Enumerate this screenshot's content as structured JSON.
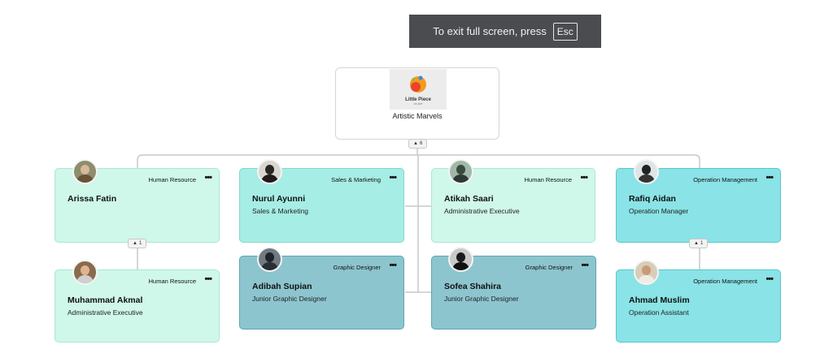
{
  "fullscreen_notice": {
    "text": "To exit full screen, press",
    "key": "Esc"
  },
  "root": {
    "logo_name": "Little Piece",
    "logo_sub": "OF ART",
    "title": "Artistic Marvels",
    "children_count": "6"
  },
  "colors": {
    "mint": "#cff7ea",
    "aqua": "#a6ede5",
    "teal": "#8dc5cf",
    "cyan": "#8ae3e6",
    "connector": "#c8c8c8"
  },
  "cards": [
    {
      "id": "arissa",
      "name": "Arissa Fatin",
      "role": "",
      "dept": "Human Resource",
      "expand": "1"
    },
    {
      "id": "nurul",
      "name": "Nurul Ayunni",
      "role": "Sales & Marketing",
      "dept": "Sales & Marketing"
    },
    {
      "id": "atikah",
      "name": "Atikah Saari",
      "role": "Administrative Executive",
      "dept": "Human Resource"
    },
    {
      "id": "rafiq",
      "name": "Rafiq Aidan",
      "role": "Operation Manager",
      "dept": "Operation Management",
      "expand": "1"
    },
    {
      "id": "akmal",
      "name": "Muhammad Akmal",
      "role": "Administrative Executive",
      "dept": "Human Resource"
    },
    {
      "id": "adibah",
      "name": "Adibah Supian",
      "role": "Junior Graphic Designer",
      "dept": "Graphic Designer"
    },
    {
      "id": "sofea",
      "name": "Sofea Shahira",
      "role": "Junior Graphic Designer",
      "dept": "Graphic Designer"
    },
    {
      "id": "ahmad",
      "name": "Ahmad Muslim",
      "role": "Operation Assistant",
      "dept": "Operation Management"
    }
  ],
  "icons": {
    "more": "more-dots-icon",
    "expand": "chevron-up-icon"
  }
}
